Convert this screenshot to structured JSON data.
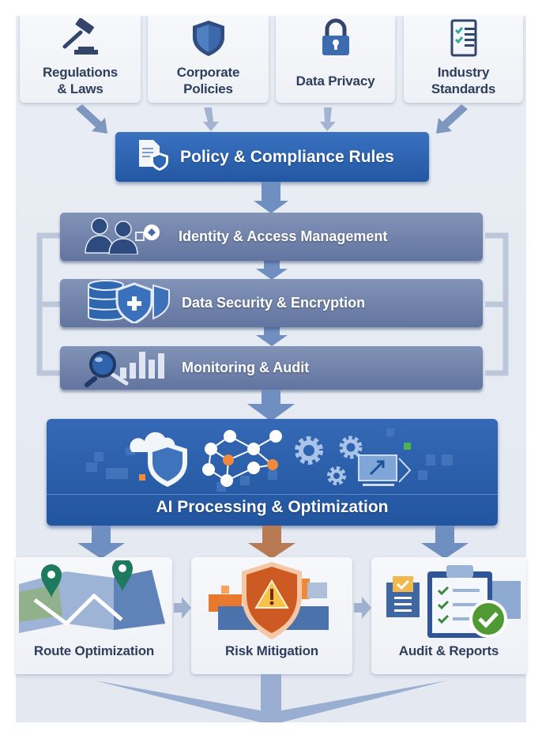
{
  "sources": [
    {
      "label_line1": "Regulations",
      "label_line2": "& Laws",
      "icon": "gavel-icon"
    },
    {
      "label_line1": "Corporate",
      "label_line2": "Policies",
      "icon": "shield-icon"
    },
    {
      "label_line1": "Data Privacy",
      "label_line2": "",
      "icon": "lock-icon"
    },
    {
      "label_line1": "Industry",
      "label_line2": "Standards",
      "icon": "checklist-icon"
    }
  ],
  "policy": {
    "label": "Policy & Compliance Rules",
    "icon": "document-shield-icon"
  },
  "layers": [
    {
      "label": "Identity & Access Management",
      "icon": "users-key-icon"
    },
    {
      "label": "Data Security & Encryption",
      "icon": "database-shield-icon"
    },
    {
      "label": "Monitoring & Audit",
      "icon": "magnifier-chart-icon"
    }
  ],
  "ai": {
    "label": "AI Processing & Optimization"
  },
  "outcomes": [
    {
      "label": "Route Optimization",
      "icon": "map-pins-icon"
    },
    {
      "label": "Risk Mitigation",
      "icon": "warning-shield-icon"
    },
    {
      "label": "Audit & Reports",
      "icon": "clipboard-check-icon"
    }
  ],
  "colors": {
    "primary_blue": "#2a5ea8",
    "layer_slate": "#6f81a8",
    "accent_orange": "#e0762f",
    "success_green": "#4f9a32",
    "text_dark": "#2f3e5c"
  }
}
